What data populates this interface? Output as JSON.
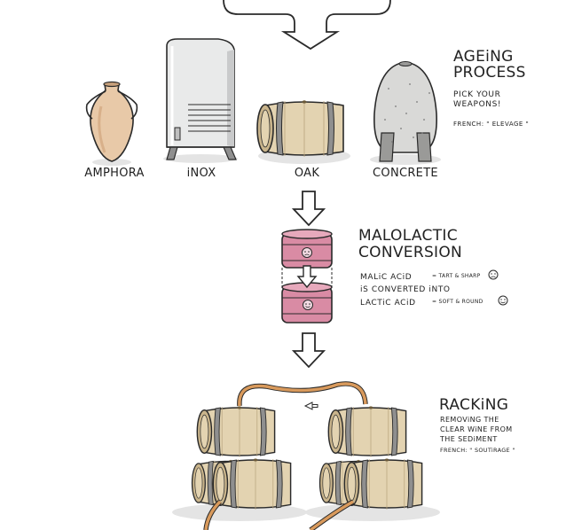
{
  "vessels": {
    "amphora": "AMPHORA",
    "inox": "iNOX",
    "oak": "OAK",
    "concrete": "CONCRETE"
  },
  "ageing": {
    "title_line1": "AGEiNG",
    "title_line2": "PROCESS",
    "sub_line1": "PICK YOUR",
    "sub_line2": "WEAPONS!",
    "french": "FRENCH:  \" ELEVAGE \""
  },
  "malolactic": {
    "title_line1": "MALOLACTIC",
    "title_line2": "CONVERSION",
    "line1_left": "MALiC  ACiD",
    "line1_right": "= TART & SHARP",
    "line2": "iS  CONVERTED  iNTO",
    "line3_left": "LACTiC  ACiD",
    "line3_right": "=  SOFT & ROUND"
  },
  "racking": {
    "title": "RACKiNG",
    "line1": "REMOViNG  THE",
    "line2": "CLEAR  WiNE  FROM",
    "line3": "THE  SEDiMENT",
    "french": "FRENCH:  \" SOUTiRAGE \""
  },
  "colors": {
    "outline": "#2a2a2a",
    "barrel_wood": "#e3d3b1",
    "barrel_shade": "#c9b48b",
    "hoop": "#8f8f8f",
    "amphora": "#e8c9a8",
    "steel": "#e9eaea",
    "concrete": "#d9d9d7",
    "pink_barrel": "#d98ba4",
    "hose": "#d99a5c",
    "shadow": "#e4e4e4"
  }
}
